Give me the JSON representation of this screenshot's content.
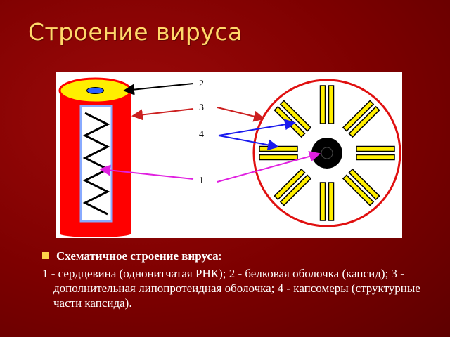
{
  "title": "Строение вируса",
  "diagram": {
    "labels": [
      "2",
      "3",
      "4",
      "1"
    ]
  },
  "caption": {
    "heading": "Схематичное строение вируса",
    "colon": ":",
    "legend": "1 - сердцевина (однонитчатая РНК); 2 - белковая оболочка (капсид); 3 - дополнительная липопротеидная оболочка; 4 - капсомеры (структурные части капсида)."
  },
  "colors": {
    "background": "#7d0000",
    "title": "#ffd86a",
    "capsid": "#ff0000",
    "capsomer": "#ffee00",
    "rna": "#000000",
    "core": "#aaccff"
  }
}
